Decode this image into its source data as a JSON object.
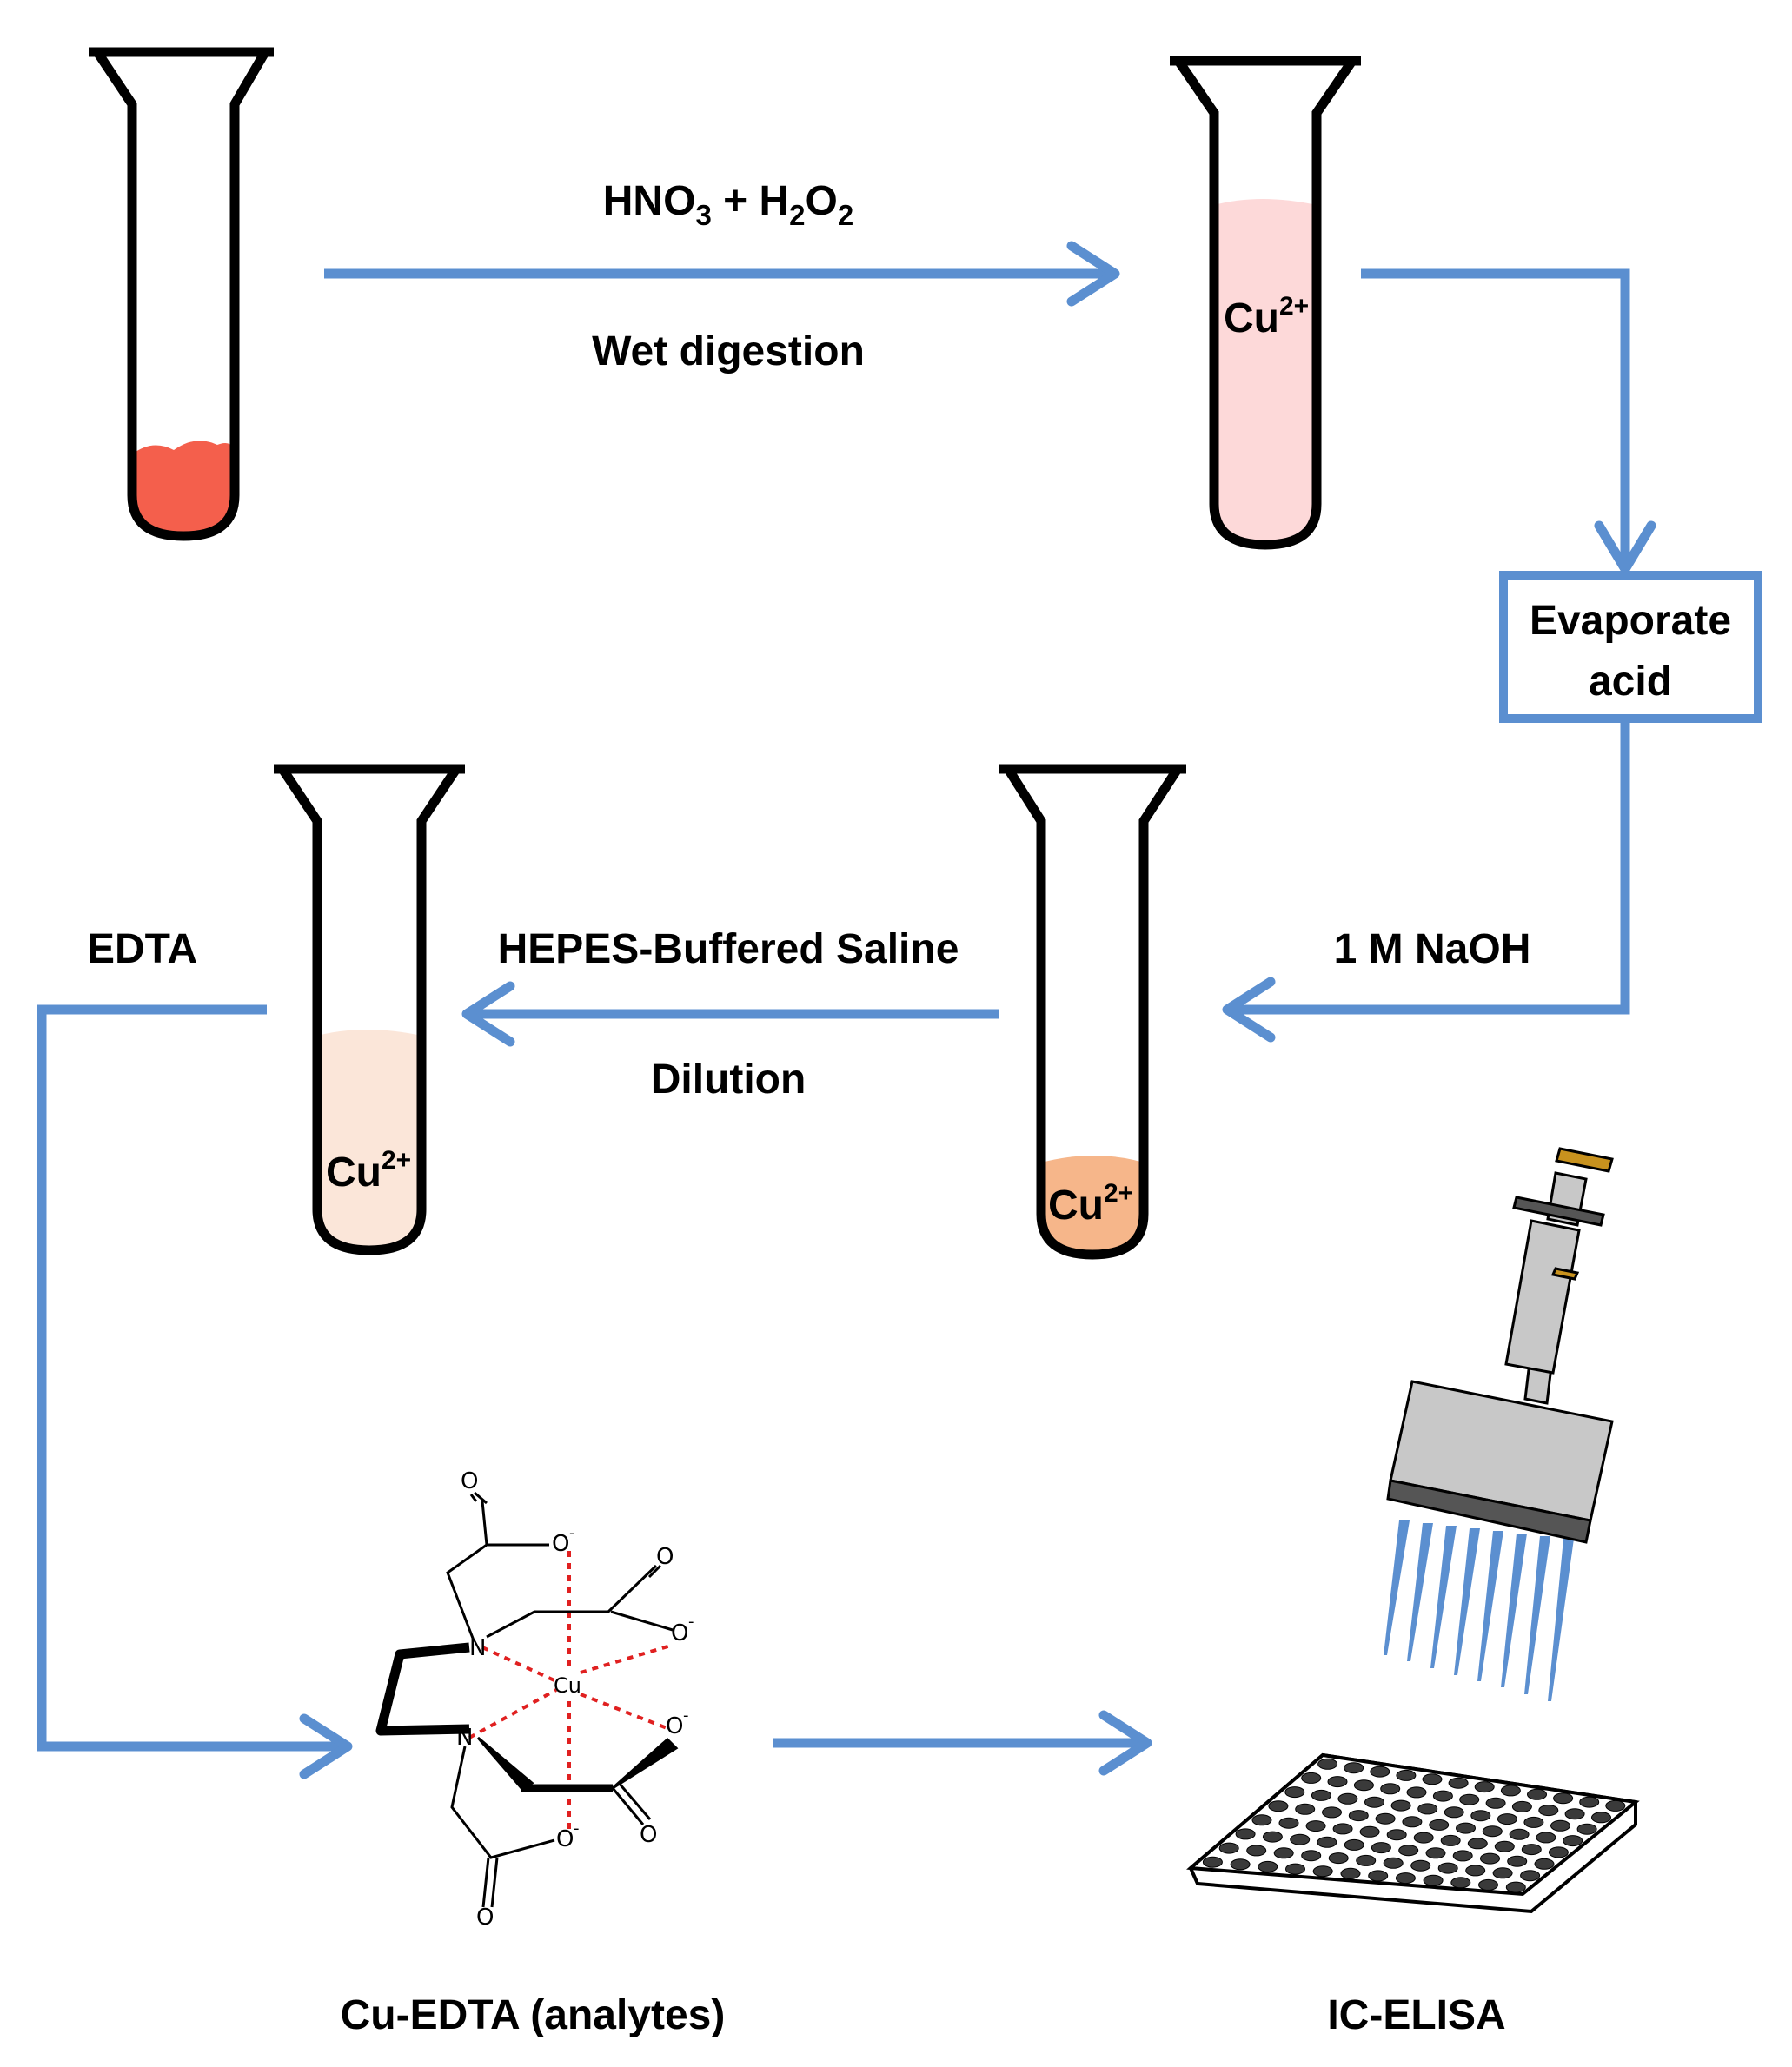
{
  "colors": {
    "flow": "#5b8fd0",
    "sample_solid": "#f45f4c",
    "digest_solution": "#fdd9d9",
    "naoh_solution": "#f6b68a",
    "diluted_solution": "#fbe6d9",
    "pipette_body": "#c8c8c8",
    "pipette_tips": "#5b8fd0",
    "tube_outline": "#000000",
    "bond_dash": "#e02020"
  },
  "steps": {
    "digestion": {
      "reagent_main": "HNO",
      "reagent_sub1": "3",
      "reagent_plus": " + H",
      "reagent_sub2": "2",
      "reagent_o": "O",
      "reagent_sub3": "2",
      "process": "Wet digestion"
    },
    "evaporate": {
      "line1": "Evaporate",
      "line2": "acid"
    },
    "naoh": {
      "label": "1 M NaOH"
    },
    "dilution": {
      "reagent": "HEPES-Buffered Saline",
      "process": "Dilution"
    },
    "edta": {
      "label": "EDTA"
    }
  },
  "ion": {
    "symbol": "Cu",
    "charge": "2+"
  },
  "complex": {
    "name": "Cu-EDTA (analytes)",
    "metal": "Cu",
    "nitrogen": "N",
    "oxygen": "O",
    "oxide": "O",
    "minus": "-"
  },
  "assay": {
    "name": "IC-ELISA"
  }
}
